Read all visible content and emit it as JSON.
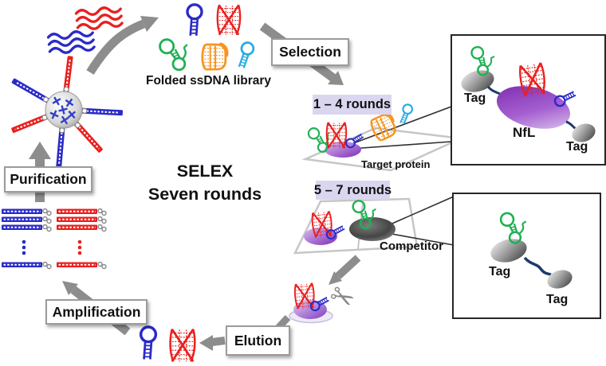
{
  "diagram": {
    "library_label": "Folded ssDNA library",
    "center_title": {
      "line1": "SELEX",
      "line2": "Seven rounds"
    },
    "steps": {
      "selection": "Selection",
      "elution": "Elution",
      "amplification": "Amplification",
      "purification": "Purification"
    },
    "rounds": {
      "early": "1 – 4 rounds",
      "late": "5 – 7 rounds"
    },
    "annotations": {
      "target_protein": "Target protein",
      "competitor": "Competitor"
    },
    "inset_top": {
      "tag_left": "Tag",
      "protein": "NfL",
      "tag_right": "Tag"
    },
    "inset_bottom": {
      "tag_left": "Tag",
      "tag_right": "Tag"
    }
  },
  "icons": {
    "scissors": "✂"
  },
  "colors": {
    "red": "#e8201e",
    "blue": "#2a2ac8",
    "green": "#1fb053",
    "orange": "#f7941d",
    "cyan": "#29abe2",
    "arrow_gray": "#8d8d8d",
    "lavender": "#dbd6ef",
    "purple": "#8a3fc0",
    "navy_linker": "#1e3a6e"
  }
}
